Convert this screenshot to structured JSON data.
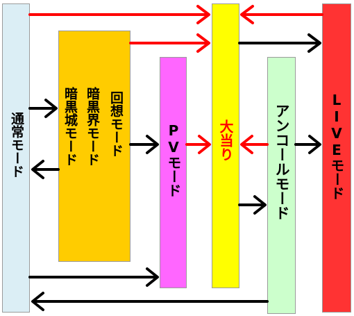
{
  "modes": {
    "normal": {
      "label": "通常モード",
      "color": "#dbeef5",
      "text_color": "#000000"
    },
    "special": {
      "labels": [
        "回想モード",
        "暗黒界モード",
        "暗黒城モード"
      ],
      "color": "#ffcc00",
      "text_color": "#000000"
    },
    "pv": {
      "label": "PVモード",
      "color": "#ff66ff",
      "text_color": "#000000"
    },
    "jackpot": {
      "label": "大当り",
      "color": "#ffff00",
      "text_color": "#ff0000"
    },
    "encore": {
      "label": "アンコールモード",
      "color": "#ccffcc",
      "text_color": "#000000"
    },
    "live": {
      "label": "LIVEモード",
      "color": "#ff3333",
      "text_color": "#000000"
    }
  },
  "arrow_colors": {
    "red": "#ff0000",
    "black": "#000000"
  }
}
